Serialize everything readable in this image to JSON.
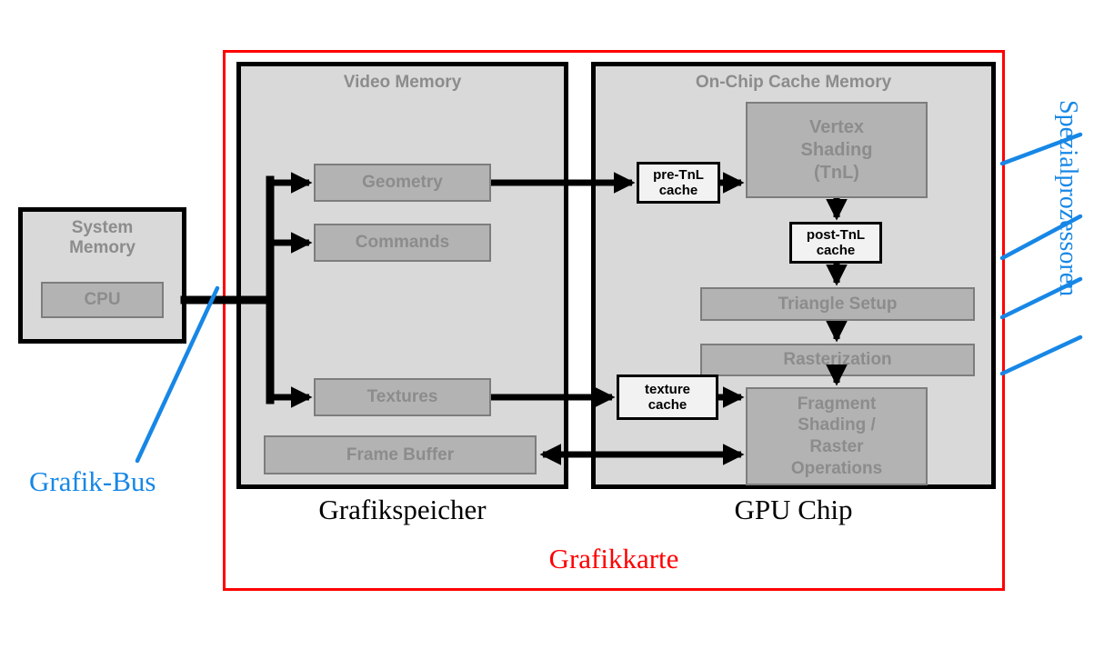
{
  "colors": {
    "outer_fill": "#d9d9d9",
    "block_fill": "#b3b3b3",
    "block_border": "#7d7d7d",
    "block_text": "#8c8c8c",
    "cache_fill": "#f2f2f2",
    "frame_red": "#ff0000",
    "accent_blue": "#1787E6",
    "connector_black": "#000000"
  },
  "system_memory": {
    "title": "System\nMemory",
    "cpu_label": "CPU"
  },
  "video_memory": {
    "title": "Video Memory",
    "geometry": "Geometry",
    "commands": "Commands",
    "textures": "Textures",
    "frame_buffer": "Frame Buffer",
    "caption": "Grafikspeicher"
  },
  "gpu_chip": {
    "title": "On-Chip Cache Memory",
    "pre_tnl_cache": "pre-TnL\ncache",
    "vertex_shading": "Vertex\nShading\n(TnL)",
    "post_tnl_cache": "post-TnL\ncache",
    "triangle_setup": "Triangle Setup",
    "rasterization": "Rasterization",
    "texture_cache": "texture\ncache",
    "fragment_shading": "Fragment\nShading /\nRaster\nOperations",
    "caption": "GPU Chip"
  },
  "labels": {
    "grafikkarte": "Grafikkarte",
    "grafik_bus": "Grafik-Bus",
    "spezialprozessoren": "Spezialprozessoren"
  }
}
